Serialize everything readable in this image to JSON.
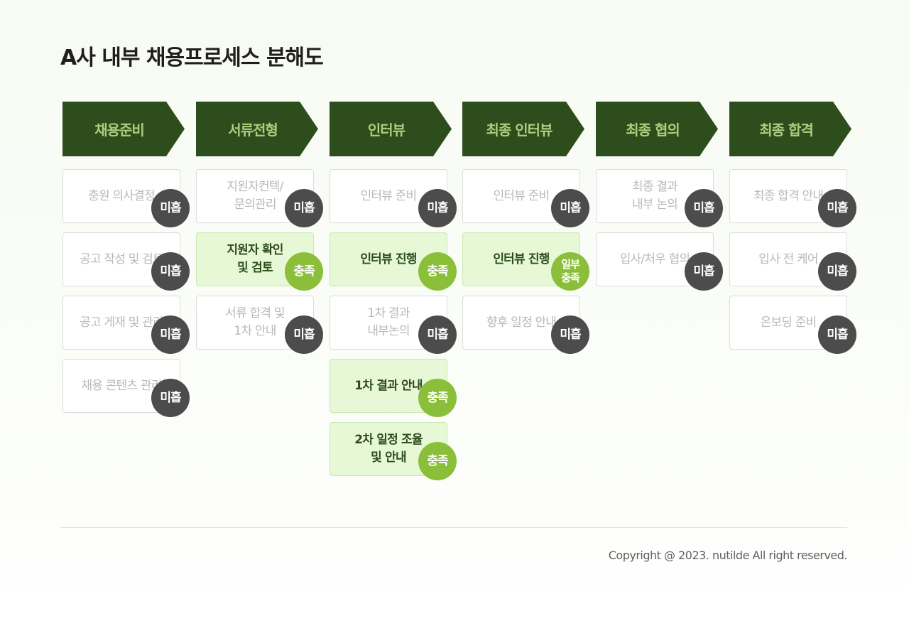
{
  "title": "A사 내부 채용프로세스 분해도",
  "colors": {
    "stage_fill": "#2e4d1d",
    "stage_text": "#a9cf7e",
    "met_fill": "#e6f8d6",
    "badge_none": "#4c4c4c",
    "badge_full": "#8bbf3a"
  },
  "columns": [
    {
      "stage": "채용준비",
      "items": [
        {
          "text": "충원 의사결정",
          "status": "none",
          "badge": "미흡"
        },
        {
          "text": "공고 작성 및 검토",
          "status": "none",
          "badge": "미흡"
        },
        {
          "text": "공고 게재 및 관리",
          "status": "none",
          "badge": "미흡"
        },
        {
          "text": "채용 콘텐츠 관리",
          "status": "none",
          "badge": "미흡"
        }
      ]
    },
    {
      "stage": "서류전형",
      "items": [
        {
          "text": "지원자컨텍/\n문의관리",
          "status": "none",
          "badge": "미흡"
        },
        {
          "text": "지원자 확인\n및 검토",
          "status": "full",
          "badge": "충족"
        },
        {
          "text": "서류 합격 및\n1차 안내",
          "status": "none",
          "badge": "미흡"
        }
      ]
    },
    {
      "stage": "인터뷰",
      "items": [
        {
          "text": "인터뷰 준비",
          "status": "none",
          "badge": "미흡"
        },
        {
          "text": "인터뷰 진행",
          "status": "full",
          "badge": "충족"
        },
        {
          "text": "1차 결과\n내부논의",
          "status": "none",
          "badge": "미흡"
        },
        {
          "text": "1차 결과 안내",
          "status": "full",
          "badge": "충족"
        },
        {
          "text": "2차 일정 조율\n및 안내",
          "status": "full",
          "badge": "충족"
        }
      ]
    },
    {
      "stage": "최종 인터뷰",
      "items": [
        {
          "text": "인터뷰 준비",
          "status": "none",
          "badge": "미흡"
        },
        {
          "text": "인터뷰 진행",
          "status": "partial",
          "badge": "일부\n충족"
        },
        {
          "text": "향후 일정 안내",
          "status": "none",
          "badge": "미흡"
        }
      ]
    },
    {
      "stage": "최종 협의",
      "items": [
        {
          "text": "최종 결과\n내부 논의",
          "status": "none",
          "badge": "미흡"
        },
        {
          "text": "입사/처우 협의",
          "status": "none",
          "badge": "미흡"
        }
      ]
    },
    {
      "stage": "최종 합격",
      "items": [
        {
          "text": "최종 합격 안내",
          "status": "none",
          "badge": "미흡"
        },
        {
          "text": "입사 전 케어",
          "status": "none",
          "badge": "미흡"
        },
        {
          "text": "온보딩 준비",
          "status": "none",
          "badge": "미흡"
        }
      ]
    }
  ],
  "footer": "Copyright @ 2023. nutilde All right reserved."
}
